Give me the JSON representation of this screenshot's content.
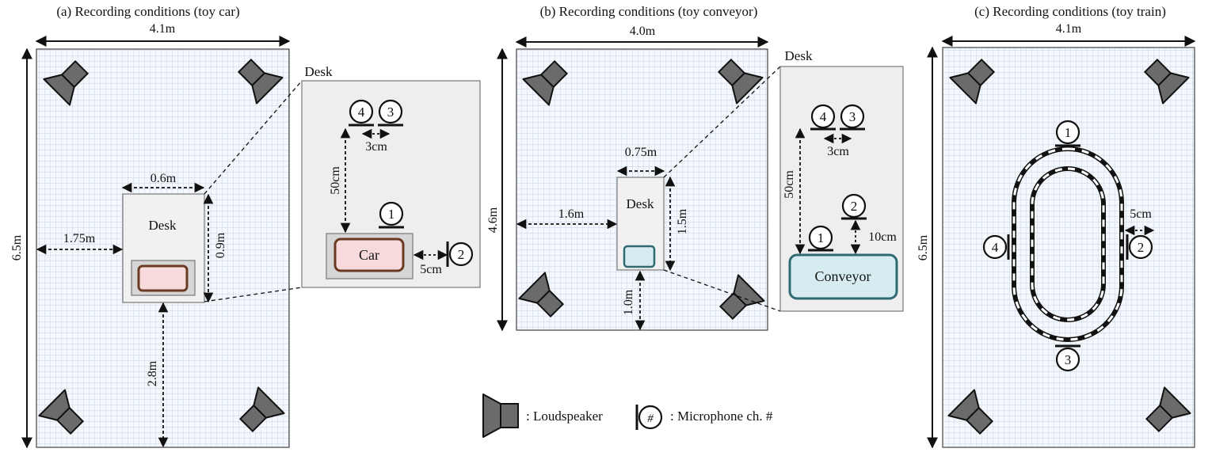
{
  "panels": {
    "a": {
      "caption": "(a) Recording conditions (toy car)",
      "room_width": "4.1m",
      "room_depth": "6.5m",
      "desk_width": "0.6m",
      "desk_depth": "0.9m",
      "wall_gap": "1.75m",
      "front_gap": "2.8m",
      "desk": "Desk",
      "zoom_title": "Desk",
      "object": "Car",
      "mic_to_object": "50cm",
      "mic_spacing": "3cm",
      "side_gap": "5cm",
      "mics": [
        "1",
        "2",
        "3",
        "4"
      ]
    },
    "b": {
      "caption": "(b) Recording conditions (toy conveyor)",
      "room_width": "4.0m",
      "room_depth": "4.6m",
      "desk_width": "0.75m",
      "desk_depth": "1.5m",
      "wall_gap": "1.6m",
      "front_gap": "1.0m",
      "desk": "Desk",
      "zoom_title": "Desk",
      "object": "Conveyor",
      "mic_to_object": "50cm",
      "mic_spacing": "3cm",
      "side_gap": "10cm",
      "mics": [
        "1",
        "2",
        "3",
        "4"
      ]
    },
    "c": {
      "caption": "(c) Recording conditions (toy train)",
      "room_width": "4.1m",
      "room_depth": "6.5m",
      "side_gap": "5cm",
      "mics": [
        "1",
        "2",
        "3",
        "4"
      ]
    }
  },
  "legend": {
    "loudspeaker": ": Loudspeaker",
    "mic_symbol": "#",
    "microphone": ": Microphone ch. #"
  },
  "colors": {
    "speaker": "#6b6b6b",
    "grid": "#c5d3e3",
    "room_bg": "#f4f7fb",
    "car_fill": "#f6dadc",
    "car_stroke": "#6a3a22",
    "conveyor_fill": "#d7ecf0",
    "conveyor_stroke": "#2f6a73",
    "desk_fill": "#f1f1f1",
    "zoom_fill": "#eeeeee"
  }
}
